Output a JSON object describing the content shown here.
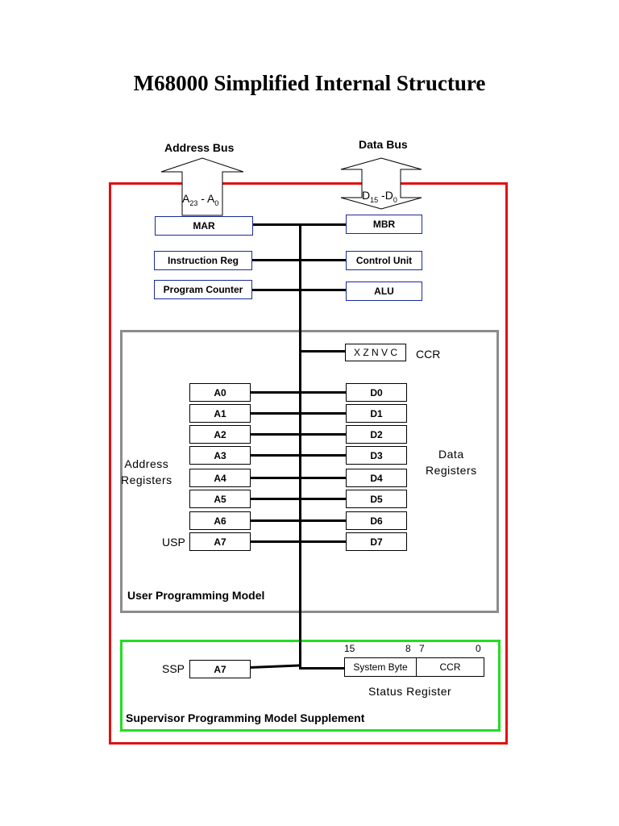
{
  "title": "M68000 Simplified Internal Structure",
  "buses": {
    "address": {
      "label": "Address Bus",
      "range_main": "A",
      "range_sub1": "23",
      "range_mid": " - A",
      "range_sub2": "0"
    },
    "data": {
      "label": "Data Bus",
      "range_main": "D",
      "range_sub1": "15",
      "range_mid": " -D",
      "range_sub2": "0"
    }
  },
  "cpu_blocks": {
    "mar": "MAR",
    "mbr": "MBR",
    "instruction_reg": "Instruction Reg",
    "control_unit": "Control Unit",
    "program_counter": "Program Counter",
    "alu": "ALU"
  },
  "ccr": {
    "flags": "X Z N V C",
    "label": "CCR"
  },
  "address_registers": [
    "A0",
    "A1",
    "A2",
    "A3",
    "A4",
    "A5",
    "A6",
    "A7"
  ],
  "data_registers": [
    "D0",
    "D1",
    "D2",
    "D3",
    "D4",
    "D5",
    "D6",
    "D7"
  ],
  "address_group_label": {
    "line1": "Address",
    "line2": "Registers"
  },
  "data_group_label": {
    "line1": "Data",
    "line2": "Registers"
  },
  "usp_label": "USP",
  "user_model_label": "User Programming Model",
  "supervisor": {
    "ssp_label": "SSP",
    "a7": "A7",
    "bit15": "15",
    "bit8": "8",
    "bit7": "7",
    "bit0": "0",
    "system_byte": "System Byte",
    "ccr": "CCR",
    "status_register_label": "Status Register",
    "model_label": "Supervisor Programming Model Supplement"
  },
  "colors": {
    "cpu_frame": "#e01010",
    "user_frame": "#8c8c8c",
    "supervisor_frame": "#22dd22",
    "block_border": "#1a2a9a",
    "bus": "#000000"
  }
}
